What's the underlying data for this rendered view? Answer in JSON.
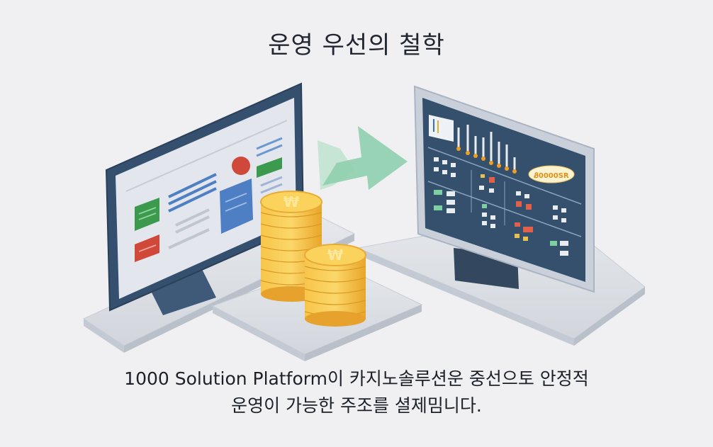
{
  "title": "운영 우선의 철학",
  "caption": {
    "line1": "1000 Solution Platform이 카지노솔루션운 중선으토 안정적",
    "line2": "운영이 가능한 주조를 셜제밈니다."
  },
  "illustration": {
    "left_monitor": {
      "style": "light dashboard with green, red, blue widgets"
    },
    "coins": {
      "stacks": 2,
      "symbol": "₩-like coin glyph"
    },
    "arrow": {
      "direction": "right",
      "color": "#8fcfae"
    },
    "right_monitor": {
      "style": "dark dashboard with bar chart and status grid",
      "badge_text": "Ᏸ0000SR"
    }
  },
  "colors": {
    "background": "#f0f0f2",
    "monitor_frame": "#3a5672",
    "screen_light": "#e4e8ee",
    "screen_dark": "#34506c",
    "coin": "#f3b83a",
    "green": "#3c9a4e",
    "red": "#d0483a",
    "blue": "#4e7ec4"
  }
}
